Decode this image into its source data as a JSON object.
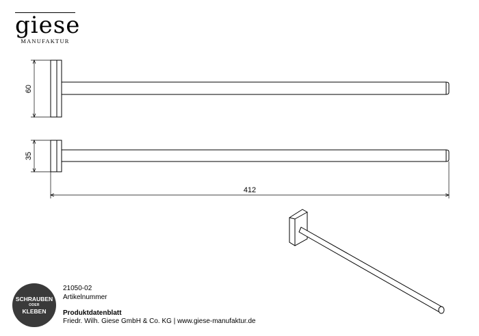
{
  "logo": {
    "wordmark": "giese",
    "subtitle": "MANUFAKTUR"
  },
  "dimensions": {
    "height_top": "60",
    "height_side": "35",
    "length": "412"
  },
  "badge": {
    "line1": "SCHRAUBEN",
    "line2": "ODER",
    "line3": "KLEBEN"
  },
  "product": {
    "article_number": "21050-02",
    "article_label": "Artikelnummer",
    "sheet_title": "Produktdatenblatt",
    "company_line": "Friedr. Wilh. Giese GmbH & Co. KG | www.giese-manufaktur.de"
  }
}
